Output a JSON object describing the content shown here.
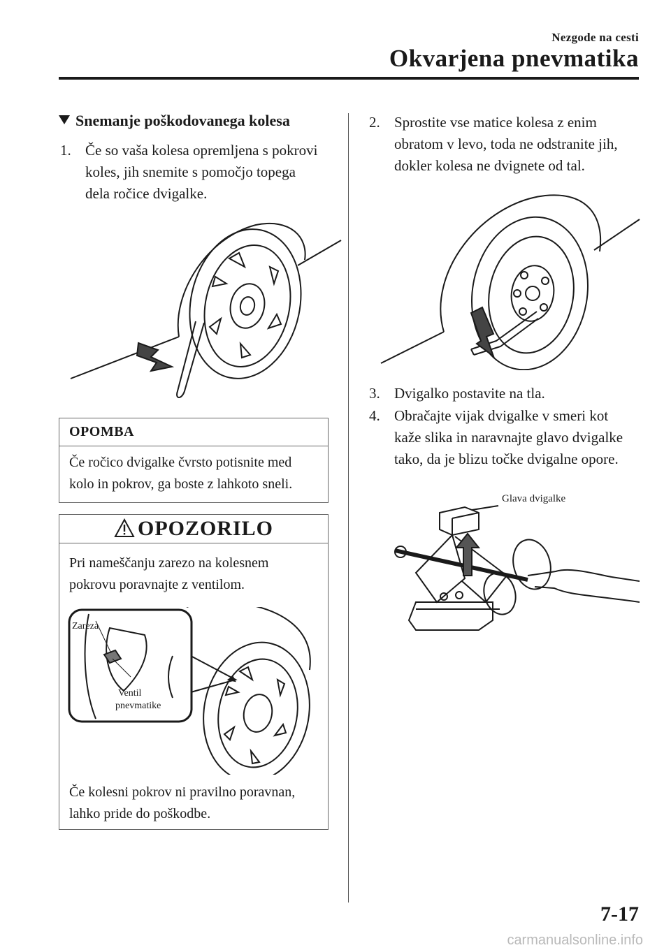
{
  "header": {
    "section": "Nezgode na cesti",
    "title": "Okvarjena pnevmatika"
  },
  "section_title": "Snemanje poškodovanega kolesa",
  "steps": [
    {
      "num": "1.",
      "lines": [
        "Če so vaša kolesa opremljena s pokrovi",
        "koles, jih snemite s pomočjo topega",
        "dela ročice dvigalke."
      ]
    },
    {
      "num": "2.",
      "lines": [
        "Sprostite vse matice kolesa z enim",
        "obratom v levo, toda ne odstranite jih,",
        "dokler kolesa ne dvignete od tal."
      ]
    },
    {
      "num": "3.",
      "lines": [
        "Dvigalko postavite na tla."
      ]
    },
    {
      "num": "4.",
      "lines": [
        "Obračajte vijak dvigalke v smeri kot",
        "kaže slika in naravnajte glavo dvigalke",
        "tako, da je blizu točke dvigalne opore."
      ]
    }
  ],
  "note": {
    "heading": "OPOMBA",
    "lines": [
      "Če ročico dvigalke čvrsto potisnite med",
      "kolo in pokrov, ga boste z lahkoto sneli."
    ]
  },
  "warning": {
    "heading": "OPOZORILO",
    "lines1": [
      "Pri nameščanju zarezo na kolesnem",
      "pokrovu poravnajte z ventilom."
    ],
    "label_notch": "Zareza",
    "label_valve_1": "Ventil",
    "label_valve_2": "pnevmatike",
    "lines2": [
      "Če kolesni pokrov ni pravilno poravnan,",
      "lahko pride do poškodbe."
    ]
  },
  "jack_label": "Glava dvigalke",
  "page_number": "7-17",
  "watermark": "carmanualsonline.info"
}
